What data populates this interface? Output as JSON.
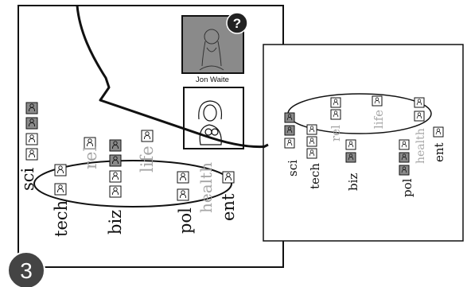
{
  "step_number": "3",
  "featured_person": {
    "name": "Jon Waite",
    "badge": "?"
  },
  "categories": {
    "sci": "sci",
    "tech": "tech",
    "rel": "rel",
    "life": "life",
    "biz": "biz",
    "pol": "pol",
    "health": "health",
    "ent": "ent"
  },
  "icons": {
    "avatar": "person-avatar-icon",
    "unknown": "question-mark-icon",
    "step": "step-number-badge"
  },
  "colors": {
    "ink": "#111111",
    "faint_label": "#a6a6a6",
    "highlight_fill": "#8a8a8a",
    "card_fill": "#ffffff",
    "badge_fill": "#222222"
  }
}
